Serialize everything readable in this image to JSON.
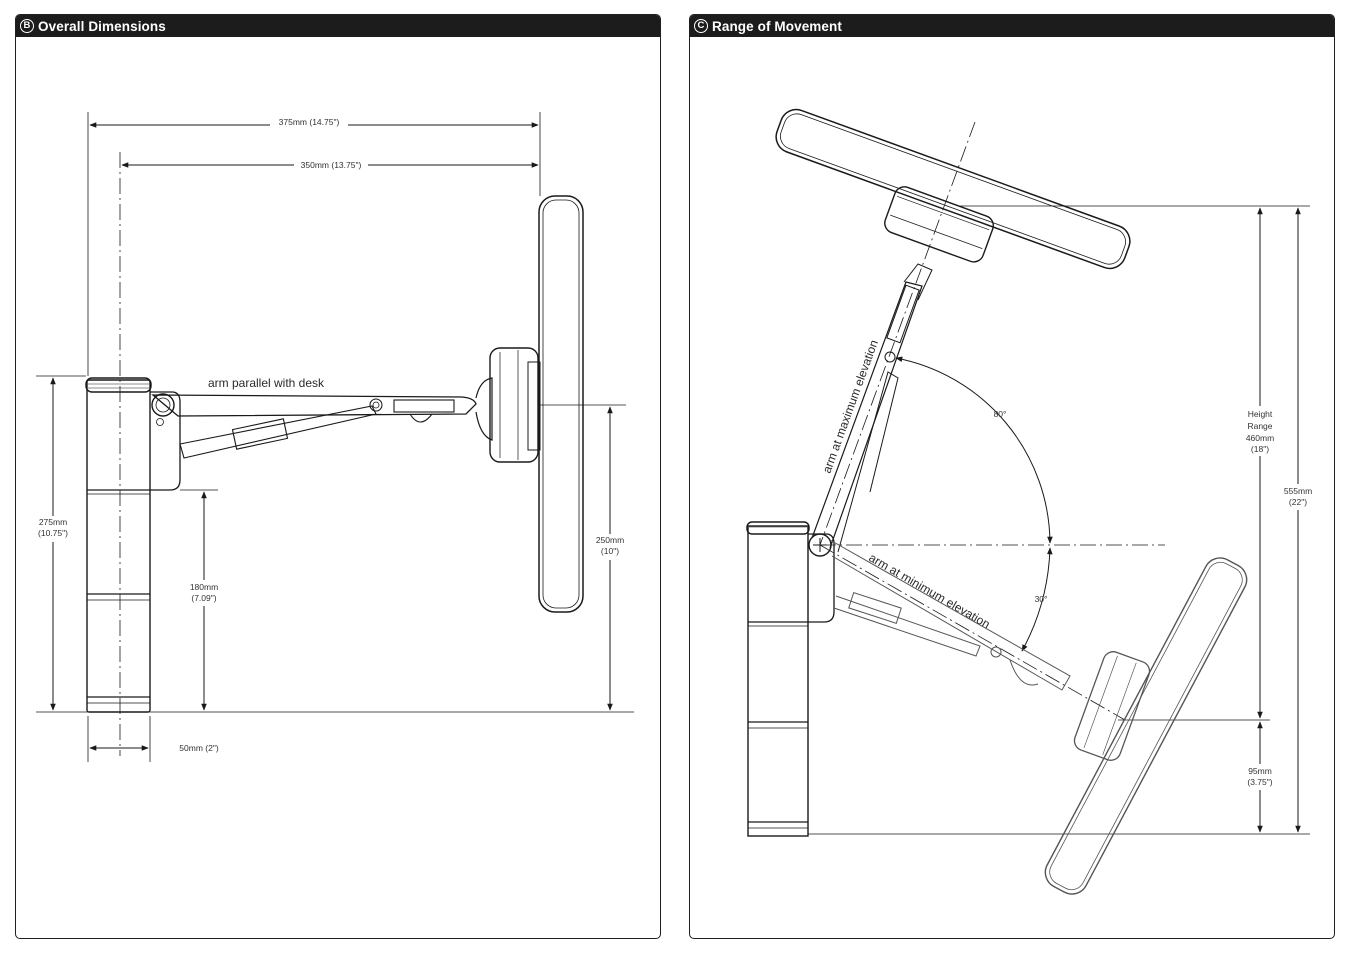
{
  "panels": {
    "overall": {
      "badge": "B",
      "title": "Overall Dimensions",
      "dims": {
        "width_total": "375mm (14.75\")",
        "width_to_axis": "350mm (13.75\")",
        "height_total_mm": "275mm",
        "height_total_in": "(10.75\")",
        "column_height_mm": "180mm",
        "column_height_in": "(7.09\")",
        "screen_center_mm": "250mm",
        "screen_center_in": "(10\")",
        "base_width": "50mm (2\")"
      },
      "note": "arm parallel with desk"
    },
    "range": {
      "badge": "C",
      "title": "Range of Movement",
      "angle_max": "80°",
      "angle_min": "30°",
      "label_max": "arm at maximum elevation",
      "label_min": "arm at minimum elevation",
      "height_range": [
        "Height",
        "Range",
        "460mm",
        "(18\")"
      ],
      "total_height_mm": "555mm",
      "total_height_in": "(22\")",
      "low_height_mm": "95mm",
      "low_height_in": "(3.75\")"
    }
  }
}
